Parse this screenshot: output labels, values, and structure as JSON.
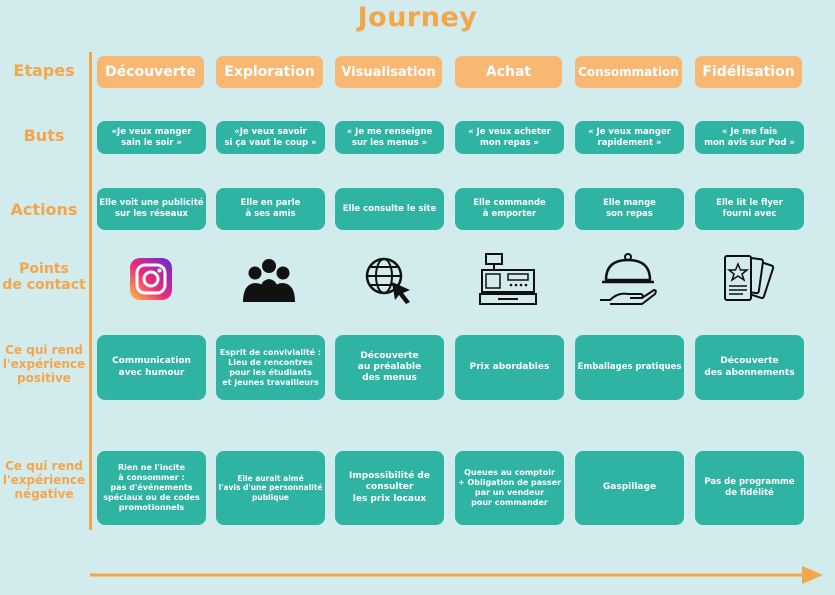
{
  "title": "Journey",
  "row_labels": {
    "etapes": "Etapes",
    "buts": "Buts",
    "actions": "Actions",
    "points": "Points\nde contact",
    "positive": "Ce qui rend\nl'expérience\npositive",
    "negative": "Ce qui rend\nl'expérience\nnégative"
  },
  "stages": [
    "Découverte",
    "Exploration",
    "Visualisation",
    "Achat",
    "Consommation",
    "Fidélisation"
  ],
  "goals": [
    "«Je veux manger\nsain le soir »",
    "«Je veux savoir\nsi ça vaut le coup »",
    "« Je me renseigne\nsur les menus »",
    "« Je veux acheter\nmon repas »",
    "« Je veux manger\nrapidement »",
    "« Je me fais\nmon avis sur Pod »"
  ],
  "actions": [
    "Elle voit une publicité\nsur les réseaux",
    "Elle en parle\nà ses amis",
    "Elle consulte le site",
    "Elle commande\nà emporter",
    "Elle mange\nson repas",
    "Elle lit le flyer\nfourni avec"
  ],
  "contact_icons": [
    "instagram-icon",
    "people-icon",
    "web-icon",
    "cash-register-icon",
    "food-tray-icon",
    "flyer-icon"
  ],
  "positives": [
    "Communication\navec humour",
    "Esprit de convivialité :\nLieu de rencontres\npour les étudiants\net jeunes travailleurs",
    "Découverte\nau préalable\ndes menus",
    "Prix abordables",
    "Emballages pratiques",
    "Découverte\ndes abonnements"
  ],
  "negatives": [
    "Rien ne l'incite\nà consommer :\npas d'événements\nspéciaux ou de codes\npromotionnels",
    "Elle aurait aimé\nl'avis d'une personnalité\npublique",
    "Impossibilité de\nconsulter\nles prix locaux",
    "Queues au comptoir\n+ Obligation de passer\npar un vendeur\npour commander",
    "Gaspillage",
    "Pas de programme\nde fidélité"
  ],
  "colors": {
    "orange": "#f4a64a",
    "stage_fill": "#f8b873",
    "teal": "#2fb3a3",
    "background": "#d2ebec"
  }
}
